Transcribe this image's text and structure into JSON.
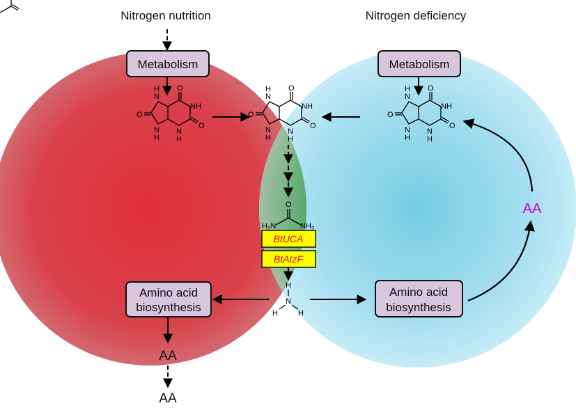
{
  "titles": {
    "left": "Nitrogen nutrition",
    "right": "Nitrogen deficiency"
  },
  "boxes": {
    "metabolism_left": "Metabolism",
    "metabolism_right": "Metabolism",
    "amino_left_line1": "Amino acid",
    "amino_left_line2": "biosynthesis",
    "amino_right_line1": "Amino acid",
    "amino_right_line2": "biosynthesis"
  },
  "genes": {
    "uca": "BtUCA",
    "atzf": "BtAtzF"
  },
  "products": {
    "aa_left_1": "AA",
    "aa_left_2": "AA",
    "aa_right": "AA"
  },
  "atoms": {
    "O": "O",
    "N": "N",
    "H": "H",
    "NH": "NH",
    "NH2": "NH",
    "sub2": "2"
  },
  "colors": {
    "left_circle": "#d93a43",
    "right_circle": "#aee3f2",
    "overlap": "#1f9a4a",
    "box_fill": "#d8c6dc",
    "gene_fill": "#ffff00",
    "gene_text": "#e0001b",
    "aa_right": "#c000c0"
  }
}
